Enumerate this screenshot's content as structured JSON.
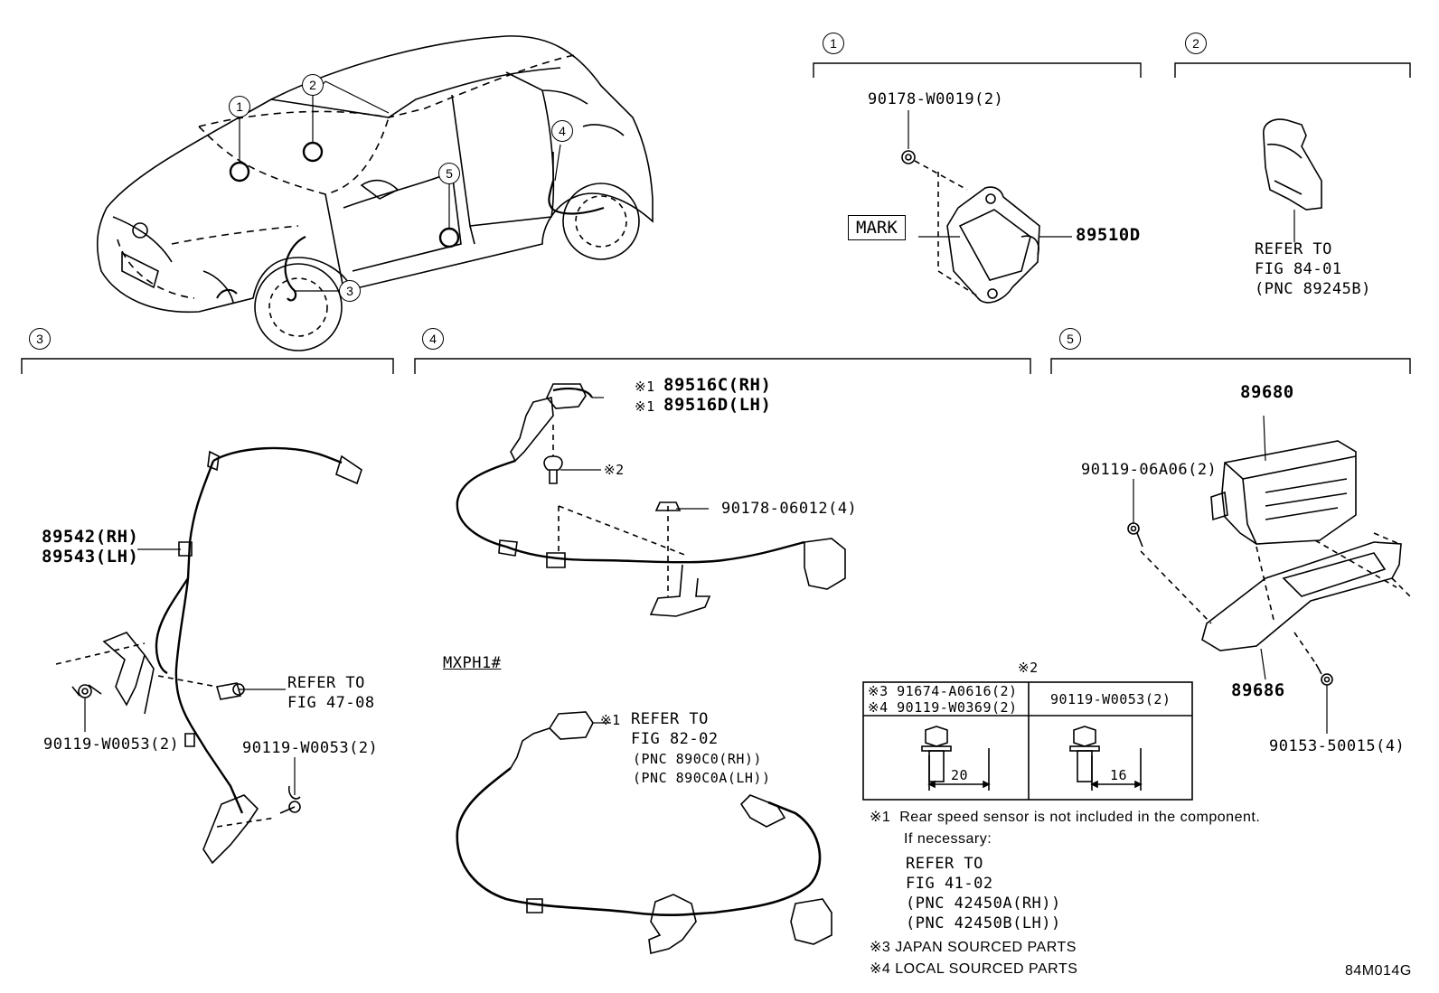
{
  "callouts": [
    "1",
    "2",
    "3",
    "4",
    "5"
  ],
  "section1": {
    "number": "1",
    "nut": "90178-W0019(2)",
    "mark": "MARK",
    "sensor": "89510D"
  },
  "section2": {
    "number": "2",
    "refer_line1": "REFER TO",
    "refer_line2": "FIG 84-01",
    "refer_line3": "(PNC 89245B)"
  },
  "section3": {
    "number": "3",
    "sensor_rh": "89542(RH)",
    "sensor_lh": "89543(LH)",
    "refer_line1": "REFER TO",
    "refer_line2": "FIG 47-08",
    "bolt_left": "90119-W0053(2)",
    "bolt_right": "90119-W0053(2)"
  },
  "section4": {
    "number": "4",
    "mark1": "※1",
    "sensor_rh": "89516C(RH)",
    "sensor_lh": "89516D(LH)",
    "mark2": "※2",
    "nut": "90178-06012(4)",
    "model": "MXPH1#",
    "refer_mark": "※1",
    "refer_line1": "REFER TO",
    "refer_line2": "FIG 82-02",
    "refer_line3": "(PNC 890C0(RH))",
    "refer_line4": "(PNC 890C0A(LH))"
  },
  "section5": {
    "number": "5",
    "computer": "89680",
    "bolt": "90119-06A06(2)",
    "bracket": "89686",
    "bolt2": "90153-50015(4)"
  },
  "bolt_table": {
    "header": "※2",
    "left_line1": "※3 91674-A0616(2)",
    "left_line2": "※4 90119-W0369(2)",
    "right": "90119-W0053(2)",
    "dim_left": "20",
    "dim_right": "16"
  },
  "notes": {
    "note1": "※1  Rear speed sensor is not included in the component.",
    "note1b": "If necessary:",
    "refer_line1": "REFER TO",
    "refer_line2": "FIG 41-02",
    "refer_line3": "(PNC 42450A(RH))",
    "refer_line4": "(PNC 42450B(LH))",
    "note3": "※3 JAPAN SOURCED PARTS",
    "note4": "※4 LOCAL SOURCED PARTS"
  },
  "figure_code": "84M014G"
}
